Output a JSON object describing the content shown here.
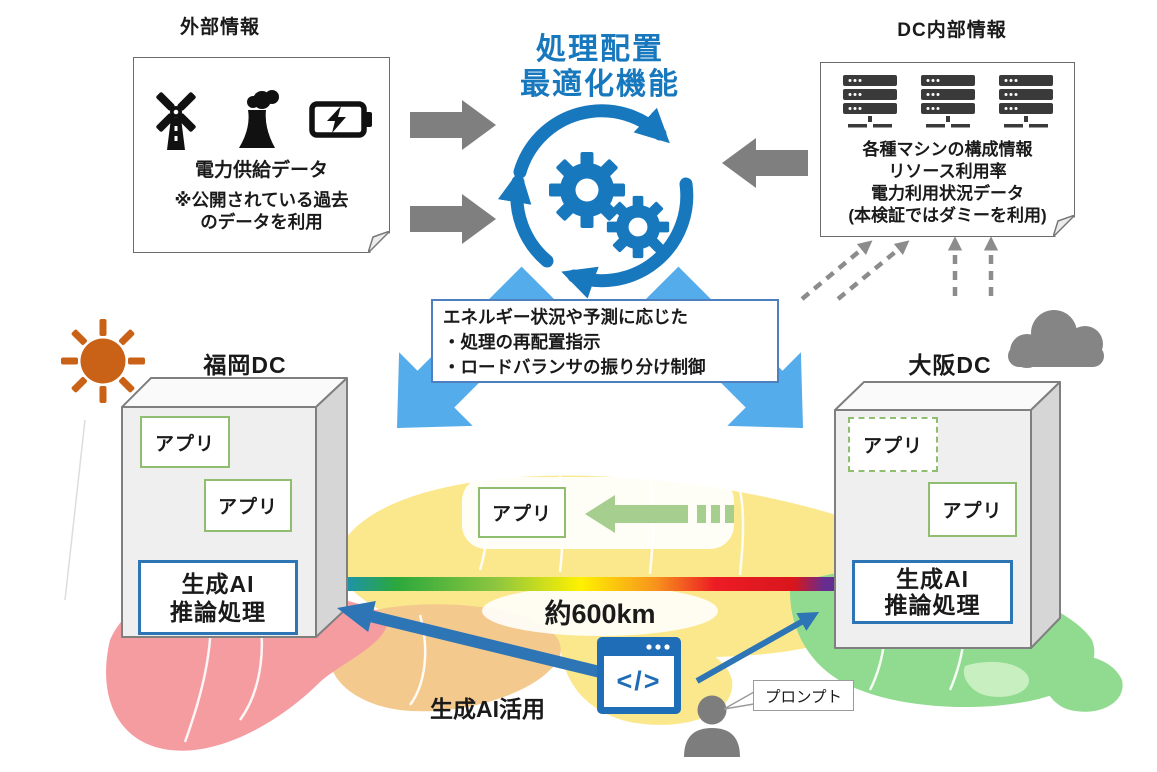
{
  "diagram": {
    "external_info": {
      "title": "外部情報",
      "data_label": "電力供給データ",
      "note_line1": "※公開されている過去",
      "note_line2": "のデータを利用",
      "icons": [
        "windmill-icon",
        "power-plant-icon",
        "battery-charging-icon"
      ]
    },
    "optimizer": {
      "title_line1": "処理配置",
      "title_line2": "最適化機能",
      "icon": "cycle-gears-icon"
    },
    "dc_internal_info": {
      "title": "DC内部情報",
      "icons": [
        "server-icon",
        "server-icon",
        "server-icon"
      ],
      "lines": [
        "各種マシンの構成情報",
        "リソース利用率",
        "電力利用状況データ",
        "(本検証ではダミーを利用)"
      ]
    },
    "control_box": {
      "line1": "エネルギー状況や予測に応じた",
      "line2": "・処理の再配置指示",
      "line3": "・ロードバランサの振り分け制御"
    },
    "fukuoka_dc": {
      "label": "福岡DC",
      "weather_icon": "sun-icon",
      "app1": "アプリ",
      "app2": "アプリ",
      "ai_line1": "生成AI",
      "ai_line2": "推論処理"
    },
    "osaka_dc": {
      "label": "大阪DC",
      "weather_icon": "cloud-icon",
      "app1": "アプリ",
      "app2": "アプリ",
      "ai_line1": "生成AI",
      "ai_line2": "推論処理"
    },
    "migration": {
      "app_label": "アプリ",
      "distance_label": "約600km"
    },
    "usage": {
      "label": "生成AI活用",
      "code_icon_text": "</>",
      "prompt_label": "プロンプト",
      "icons": [
        "code-window-icon",
        "person-icon"
      ]
    },
    "colors": {
      "accent_blue": "#1878BE",
      "light_blue_arrow": "#55ACEA",
      "deep_blue": "#2E75B6",
      "gray_arrow": "#7F7F7F",
      "green_border": "#90BE70",
      "green_arrow": "#A6CE8E",
      "sun_orange": "#C96117",
      "cloud_gray": "#858585",
      "map_pink": "#F59CA1",
      "map_yellow": "#FBE88C",
      "map_orange": "#F4C98E",
      "map_green": "#90DB90"
    }
  }
}
